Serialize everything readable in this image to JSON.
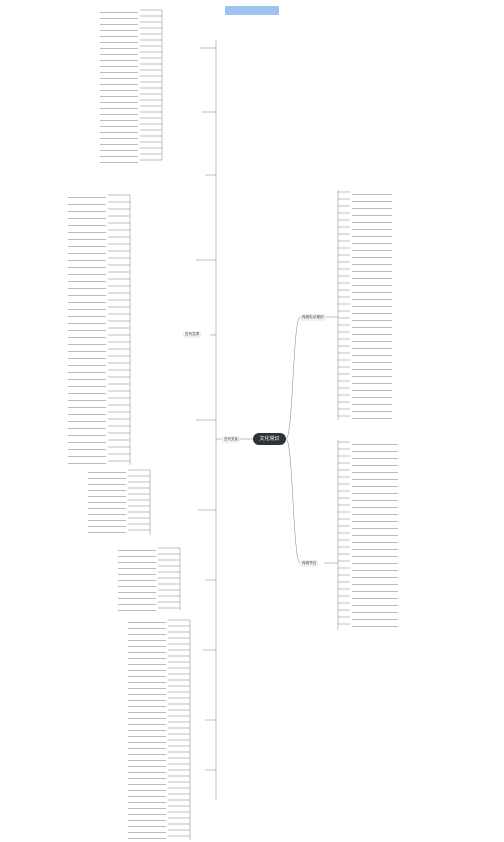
{
  "banner_label": "",
  "root": {
    "label": "文化常识"
  },
  "branches": [
    {
      "id": "ancient",
      "label": "古代文化"
    },
    {
      "id": "etiquette",
      "label": "传统礼仪常识"
    },
    {
      "id": "festival",
      "label": "传统节日"
    },
    {
      "id": "literature",
      "label": "古代文学"
    }
  ],
  "colors": {
    "link": "#4a4a4a",
    "root_bg": "#2f3337",
    "branch_bg": "#eef1f5",
    "banner_bg": "#9ec3f0"
  }
}
